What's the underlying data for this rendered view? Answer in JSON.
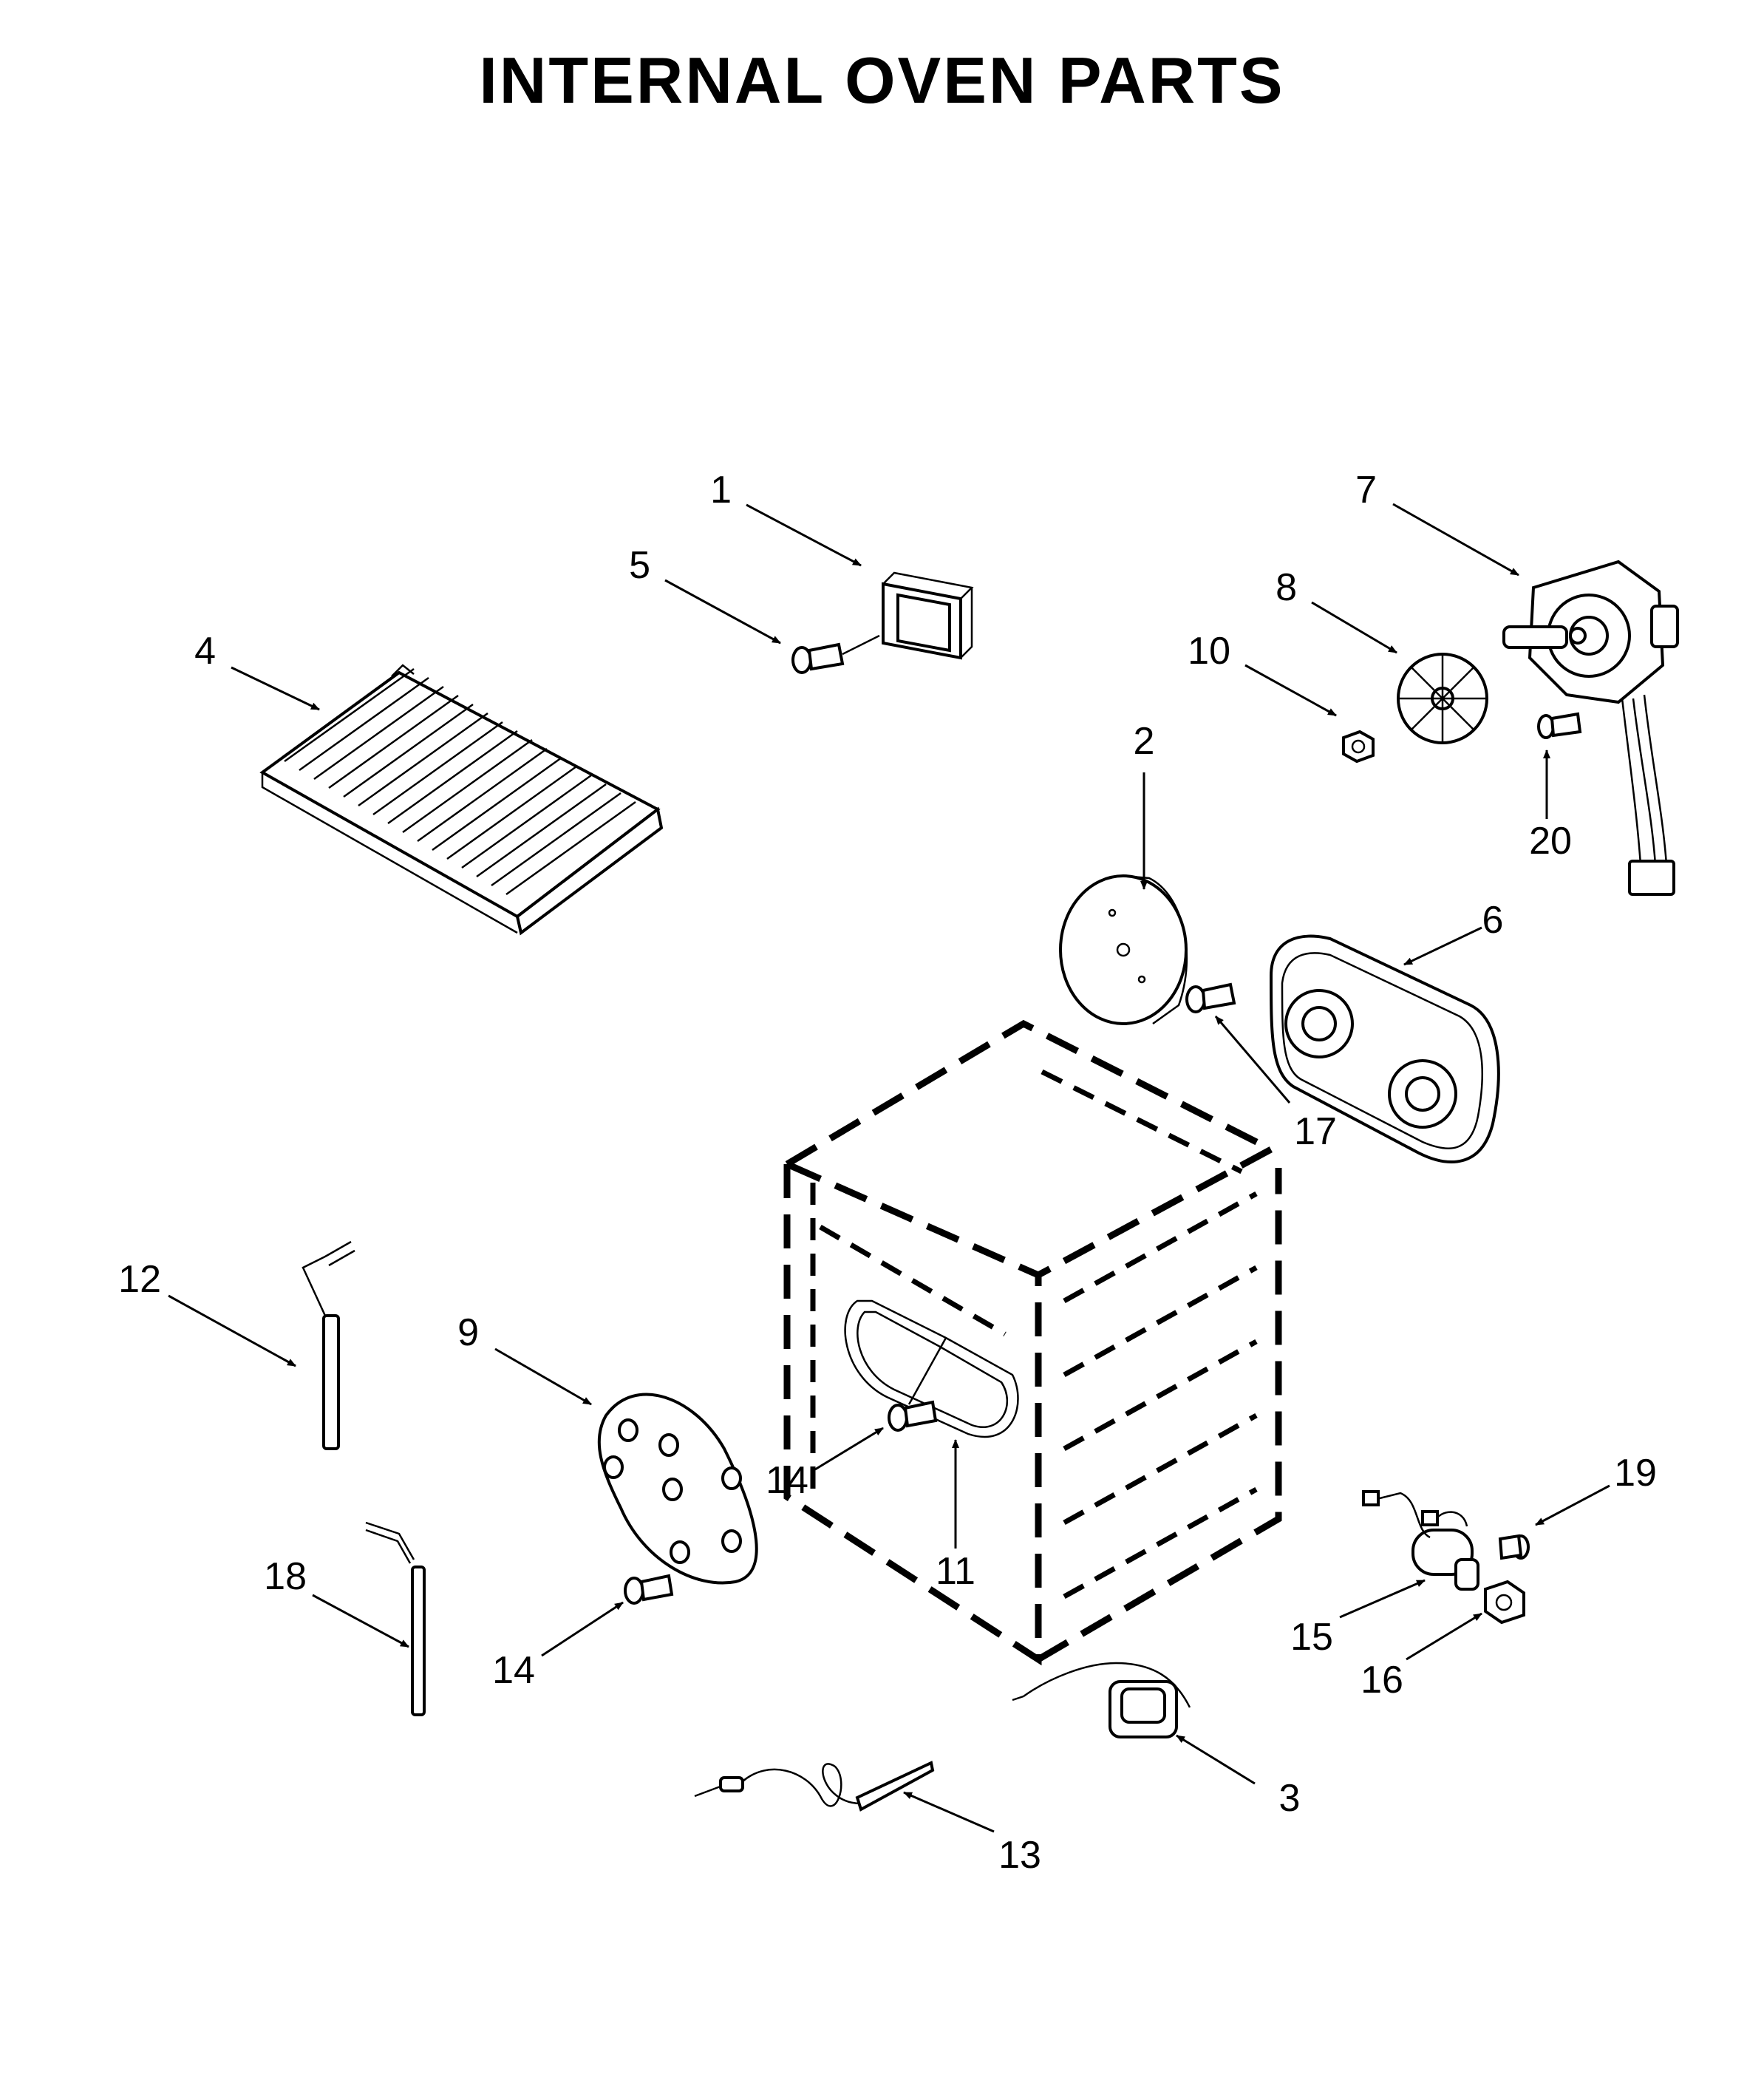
{
  "title": "INTERNAL OVEN PARTS",
  "callouts": [
    {
      "id": "c1",
      "label": "1"
    },
    {
      "id": "c2",
      "label": "2"
    },
    {
      "id": "c3",
      "label": "3"
    },
    {
      "id": "c4",
      "label": "4"
    },
    {
      "id": "c5",
      "label": "5"
    },
    {
      "id": "c6",
      "label": "6"
    },
    {
      "id": "c7",
      "label": "7"
    },
    {
      "id": "c8",
      "label": "8"
    },
    {
      "id": "c9",
      "label": "9"
    },
    {
      "id": "c10",
      "label": "10"
    },
    {
      "id": "c11",
      "label": "11"
    },
    {
      "id": "c12",
      "label": "12"
    },
    {
      "id": "c13",
      "label": "13"
    },
    {
      "id": "c14a",
      "label": "14"
    },
    {
      "id": "c14b",
      "label": "14"
    },
    {
      "id": "c15",
      "label": "15"
    },
    {
      "id": "c16",
      "label": "16"
    },
    {
      "id": "c17",
      "label": "17"
    },
    {
      "id": "c18",
      "label": "18"
    },
    {
      "id": "c19",
      "label": "19"
    },
    {
      "id": "c20",
      "label": "20"
    }
  ]
}
